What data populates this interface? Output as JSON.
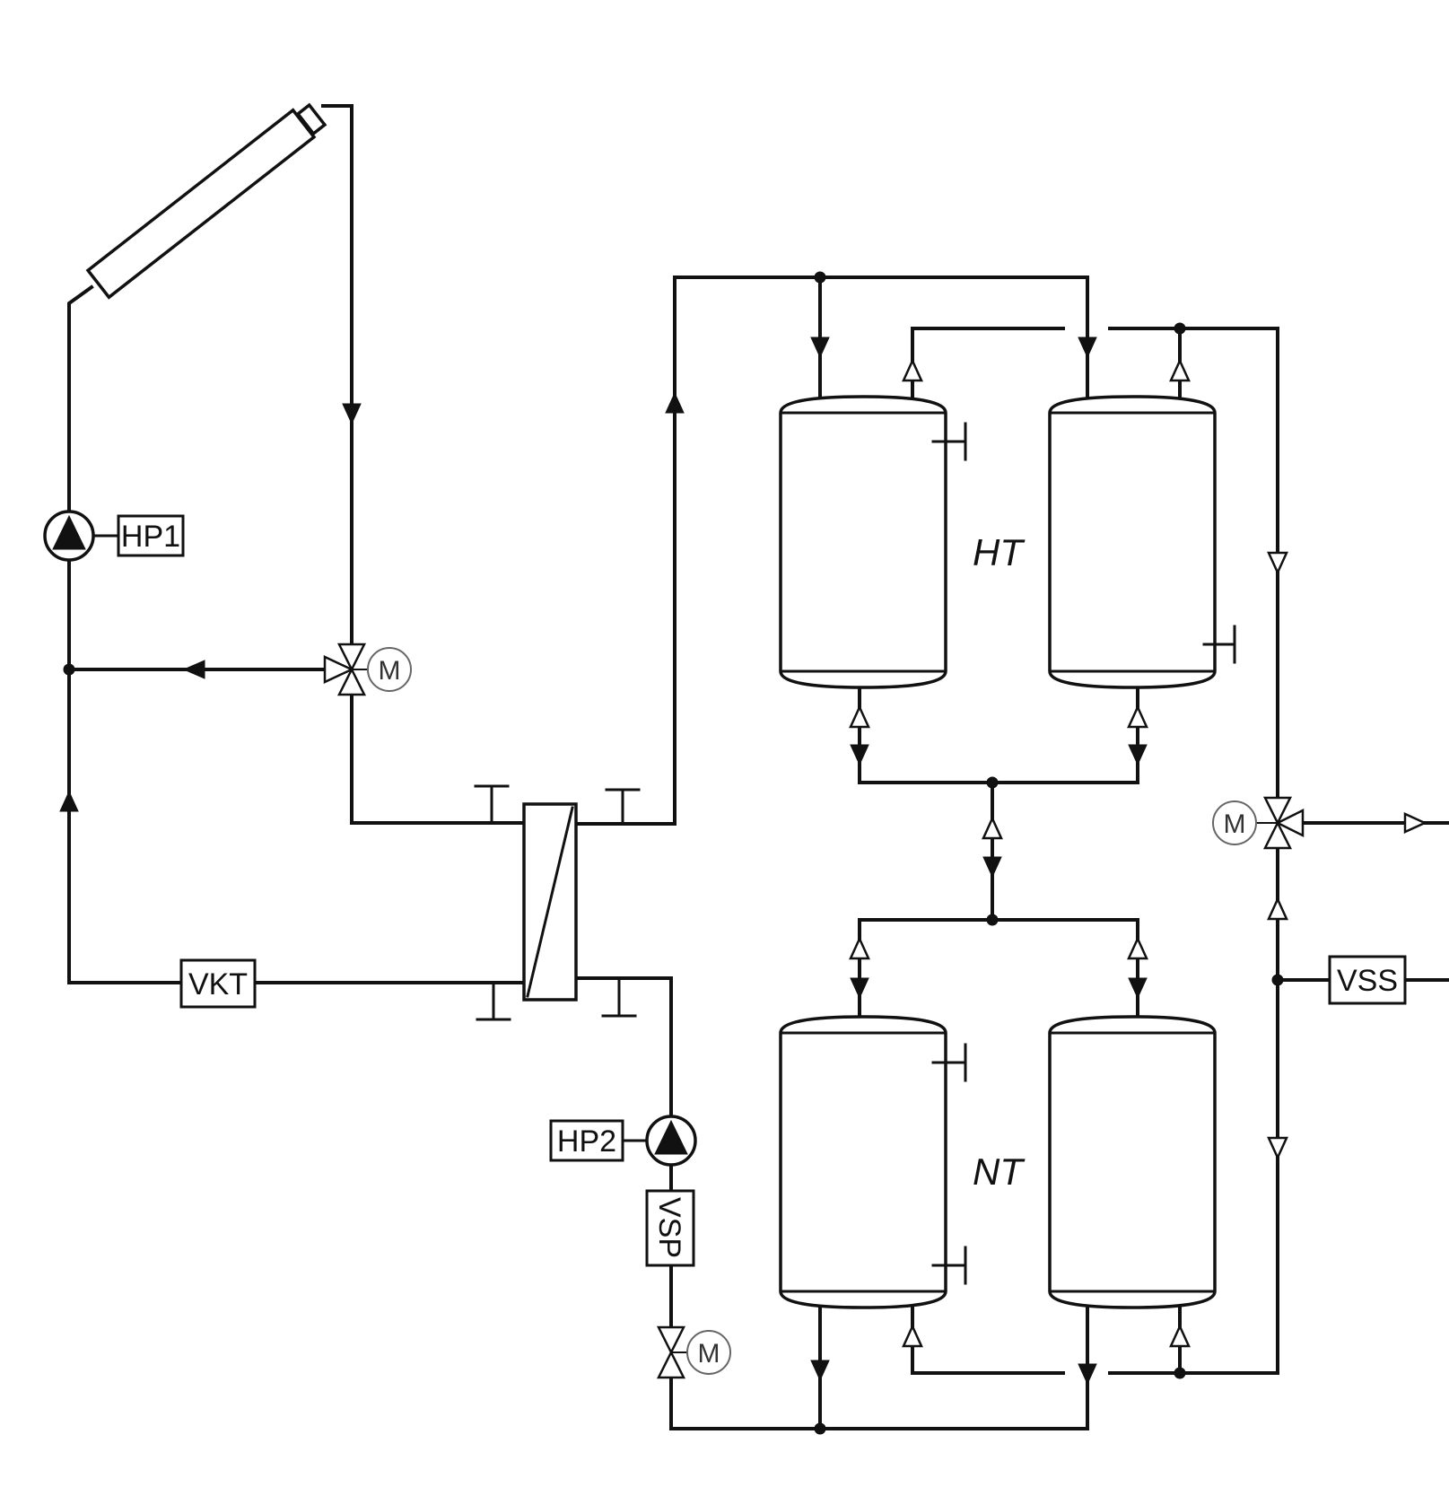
{
  "labels": {
    "hp1": "HP1",
    "hp2": "HP2",
    "vkt": "VKT",
    "vss": "VSS",
    "vsp": "VSP",
    "ht": "HT",
    "nt": "NT",
    "motor": "M"
  },
  "colors": {
    "line": "#111111",
    "motor_circle": "#666666"
  },
  "icons": [
    "solar-collector-icon",
    "pump-icon",
    "three-way-valve-icon",
    "two-way-valve-icon",
    "heat-exchanger-icon",
    "storage-tank-icon",
    "flow-arrow-icon"
  ]
}
